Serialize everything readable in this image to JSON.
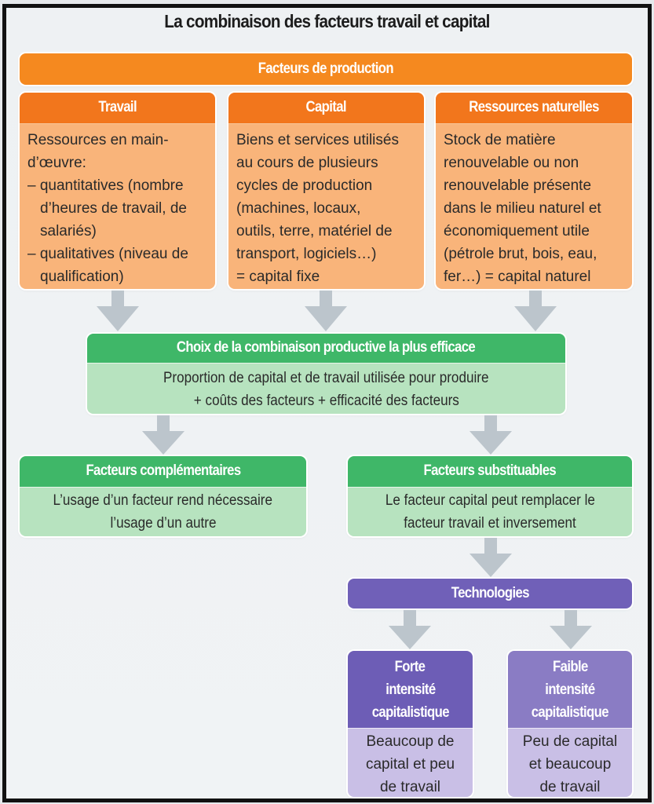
{
  "title": "La combinaison des facteurs travail et capital",
  "factors": {
    "label": "Facteurs de production",
    "travail": {
      "title": "Travail",
      "intro_line1": "Ressources en main-",
      "intro_line2": "d’œuvre:",
      "item1": "– quantitatives (nombre d’heures de travail, de salariés)",
      "item2": "– qualitatives (niveau de qualification)"
    },
    "capital": {
      "title": "Capital",
      "lines": [
        "Biens et services utilisés",
        "au cours de plusieurs",
        "cycles de production",
        "(machines, locaux,",
        "outils, terre, matériel de",
        "transport, logiciels…)",
        "= capital fixe"
      ]
    },
    "ressources": {
      "title": "Ressources naturelles",
      "lines": [
        "Stock de matière",
        "renouvelable ou non",
        "renouvelable présente",
        "dans le milieu naturel et",
        "économiquement utile",
        "(pétrole brut, bois, eau,",
        "fer…) = capital naturel"
      ]
    }
  },
  "choix": {
    "title": "Choix de la combinaison productive la plus efficace",
    "line1": "Proportion de capital et de travail utilisée pour produire",
    "line2": "+ coûts des facteurs + efficacité des facteurs"
  },
  "complementaires": {
    "title": "Facteurs complémentaires",
    "line1": "L’usage d’un facteur rend nécessaire",
    "line2": "l’usage d’un autre"
  },
  "substituables": {
    "title": "Facteurs substituables",
    "line1": "Le facteur capital peut remplacer le",
    "line2": "facteur travail et inversement"
  },
  "technologies": {
    "title": "Technologies"
  },
  "forte": {
    "title_lines": [
      "Forte",
      "intensité",
      "capitalistique"
    ],
    "body_lines": [
      "Beaucoup de",
      "capital et peu",
      "de travail"
    ]
  },
  "faible": {
    "title_lines": [
      "Faible",
      "intensité",
      "capitalistique"
    ],
    "body_lines": [
      "Peu de capital",
      "et beaucoup",
      "de travail"
    ]
  },
  "colors": {
    "orange": "#f5891f",
    "orange_light": "#f9b47a",
    "green": "#3fb768",
    "green_light": "#b7e3bf",
    "purple": "#6d5db6",
    "purple_mid": "#8a7cc4",
    "purple_light": "#c9bfe6",
    "arrow": "#bcc5cc"
  }
}
